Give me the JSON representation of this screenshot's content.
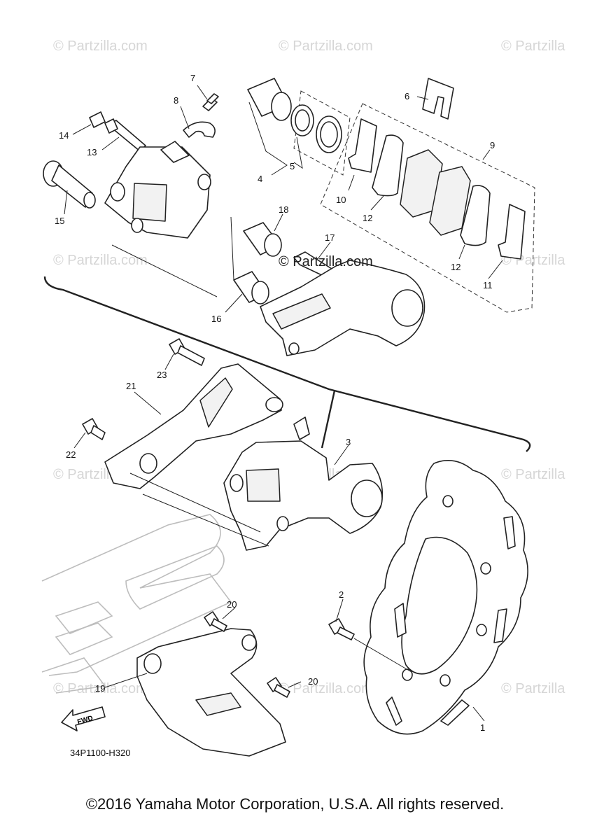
{
  "watermark": "© Partzilla.com",
  "watermark_short": "© Partzilla",
  "diagram_code": "34P1100-H320",
  "fwd_label": "FWD",
  "copyright": "©2016 Yamaha Motor Corporation, U.S.A. All rights reserved.",
  "callouts": {
    "c1": "1",
    "c2": "2",
    "c3": "3",
    "c4": "4",
    "c5": "5",
    "c6": "6",
    "c7": "7",
    "c8": "8",
    "c9": "9",
    "c10": "10",
    "c11": "11",
    "c12a": "12",
    "c12b": "12",
    "c13": "13",
    "c14": "14",
    "c15": "15",
    "c16": "16",
    "c17": "17",
    "c18": "18",
    "c19": "19",
    "c20a": "20",
    "c20b": "20",
    "c21": "21",
    "c22": "22",
    "c23": "23"
  }
}
